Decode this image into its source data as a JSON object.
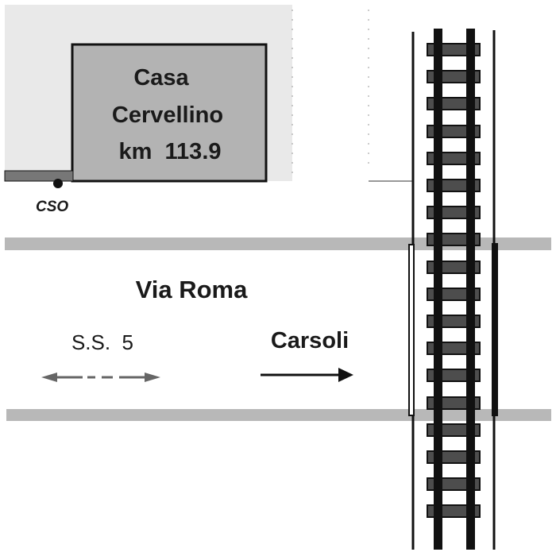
{
  "building": {
    "name_line1": "Casa",
    "name_line2": "Cervellino",
    "km_line": "km  113.9"
  },
  "cso_label": "CSO",
  "street_name": "Via Roma",
  "road_code": "S.S.  5",
  "destination": "Carsoli",
  "colors": {
    "lot_fill": "#e9e9e9",
    "building_fill": "#b3b3b3",
    "road_stripe": "#b8b8b8",
    "rail": "#111111",
    "tie": "#4d4d4d",
    "stroke": "#111111"
  }
}
